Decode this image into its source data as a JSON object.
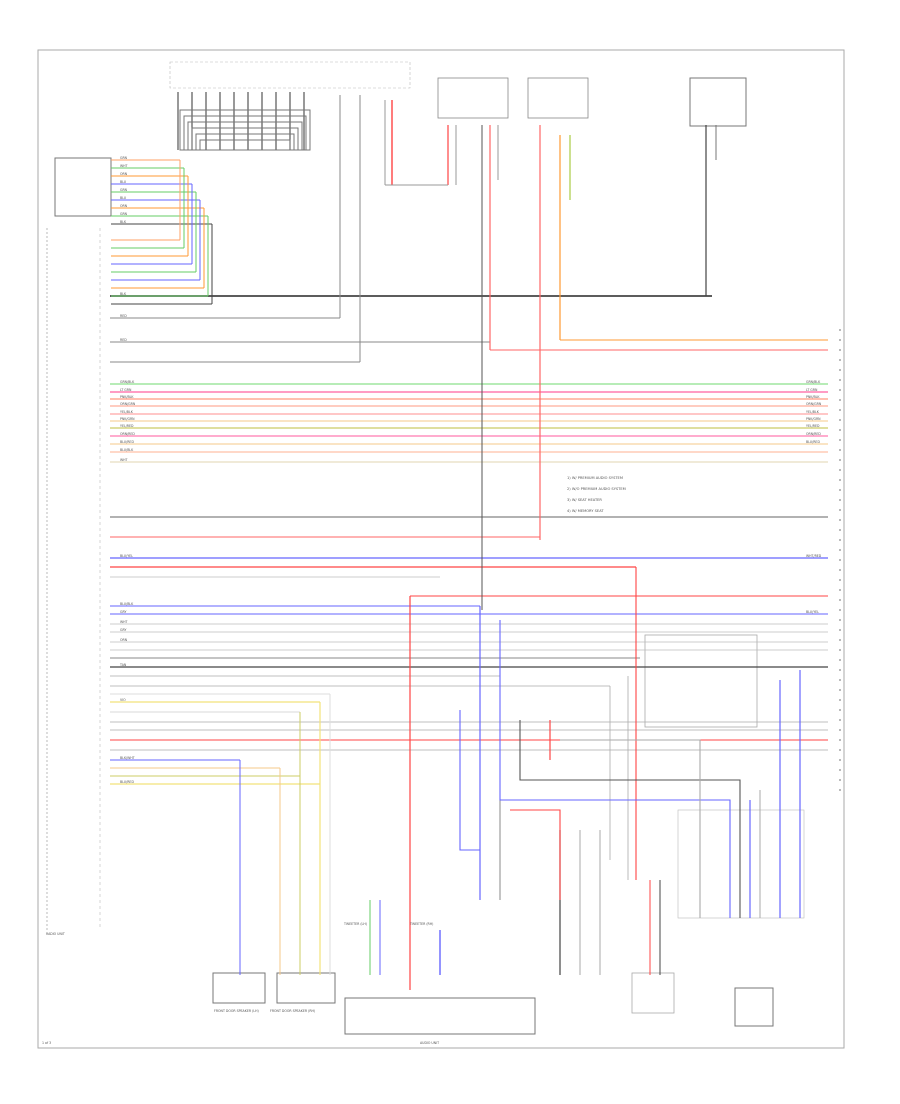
{
  "diagram": {
    "footer_left": "1 of 3",
    "components": {
      "radio_unit": "RADIO UNIT",
      "audio_unit": "AUDIO UNIT",
      "front_door_spk_lh": "FRONT DOOR SPEAKER (LH)",
      "front_door_spk_rh": "FRONT DOOR SPEAKER (RH)",
      "tweeter_lh": "TWEETER (LH)",
      "tweeter_rh": "TWEETER (RH)"
    },
    "wire_colors_left": [
      "GRN",
      "WHT",
      "ORN",
      "BLU",
      "GRN",
      "BLU",
      "ORN",
      "GRN",
      "BLK",
      "BLK",
      "RED",
      "RED",
      "GRN/BLK",
      "LT GRN",
      "PNK/BLK",
      "ORN/GRN",
      "YEL/BLK",
      "PNK/GRN",
      "YEL/RED",
      "ORN/RED",
      "BLU/RED",
      "BLU/BLK",
      "WHT",
      "BLU/YEL",
      "BLU/BLK",
      "GRY",
      "WHT",
      "GRY",
      "ORN",
      "TAN",
      "VIO",
      "BLK/WHT",
      "BLU/RED"
    ],
    "wire_colors_right": [
      "GRN/BLK",
      "LT GRN",
      "PNK/BLK",
      "ORN/GRN",
      "YEL/BLK",
      "PNK/GRN",
      "YEL/RED",
      "ORN/RED",
      "BLU/RED",
      "WHT/RED",
      "BLU/YEL"
    ],
    "notes": [
      "1) W/ PREMIUM AUDIO SYSTEM",
      "2) W/O PREMIUM AUDIO SYSTEM",
      "3) W/ SEAT HEATER",
      "4) W/ MEMORY SEAT"
    ]
  }
}
